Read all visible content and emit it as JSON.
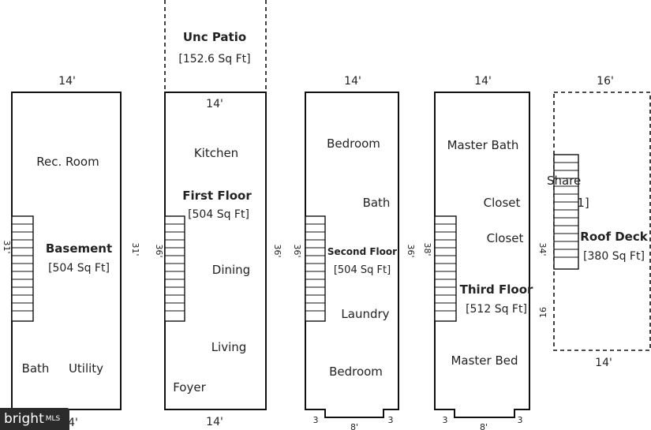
{
  "basement": {
    "name": "Basement",
    "area": "[504 Sq Ft]",
    "dim_top": "14'",
    "dim_bottom": "14'",
    "dim_left": "31'",
    "dim_right": "31'",
    "rooms": {
      "rec_room": "Rec. Room",
      "bath": "Bath",
      "utility": "Utility"
    }
  },
  "first_floor": {
    "name": "First Floor",
    "area": "[504 Sq Ft]",
    "dim_top": "14'",
    "dim_bottom": "14'",
    "dim_left": "36'",
    "dim_right": "36'",
    "patio": {
      "name": "Unc Patio",
      "area": "[152.6 Sq Ft]"
    },
    "rooms": {
      "kitchen": "Kitchen",
      "dining": "Dining",
      "living": "Living",
      "foyer": "Foyer"
    }
  },
  "second_floor": {
    "name": "Second Floor",
    "area": "[504 Sq Ft]",
    "dim_top": "14'",
    "dim_left": "36'",
    "dim_right": "36'",
    "dim_bottom_left": "3",
    "dim_bottom_mid": "8'",
    "dim_bottom_right": "3",
    "rooms": {
      "bedroom_top": "Bedroom",
      "bath": "Bath",
      "laundry": "Laundry",
      "bedroom_bottom": "Bedroom"
    }
  },
  "third_floor": {
    "name": "Third Floor",
    "area": "[512 Sq Ft]",
    "dim_top": "14'",
    "dim_left": "38'",
    "dim_right": "34'",
    "dim_right_lower": "16",
    "dim_bottom_left": "3",
    "dim_bottom_mid": "8'",
    "dim_bottom_right": "3",
    "rooms": {
      "master_bath": "Master Bath",
      "closet_1": "Closet",
      "closet_2": "Closet",
      "master_bed": "Master Bed"
    }
  },
  "roof_deck": {
    "name": "Roof Deck",
    "area": "[380 Sq Ft]",
    "dim_top": "16'",
    "dim_bottom": "14'"
  },
  "overlay": {
    "share_label": "Share",
    "hidden_fragment": "1]"
  },
  "watermark": {
    "brand": "bright",
    "suffix": "MLS"
  }
}
